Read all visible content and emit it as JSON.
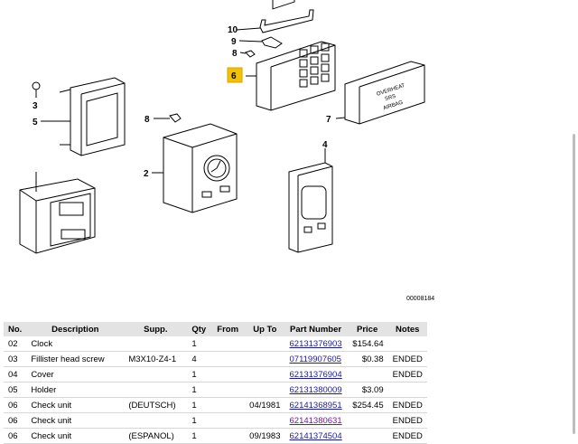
{
  "diagram": {
    "callouts": [
      "10",
      "9",
      "8",
      "6",
      "3",
      "5",
      "8",
      "2",
      "7",
      "4"
    ],
    "part_label": {
      "line1": "OVERHEAT",
      "line2": "SRS",
      "line3": "AIRBAG"
    },
    "drawing_code": "00008184"
  },
  "table": {
    "headers": [
      "No.",
      "Description",
      "Supp.",
      "Qty",
      "From",
      "Up To",
      "Part Number",
      "Price",
      "Notes"
    ],
    "rows": [
      {
        "no": "02",
        "desc": "Clock",
        "supp": "",
        "qty": "1",
        "from": "",
        "upto": "",
        "part": "62131376903",
        "price": "$154.64",
        "notes": "",
        "visited": false
      },
      {
        "no": "03",
        "desc": "Fillister head screw",
        "supp": "M3X10-Z4-1",
        "qty": "4",
        "from": "",
        "upto": "",
        "part": "07119907605",
        "price": "$0.38",
        "notes": "ENDED",
        "visited": false
      },
      {
        "no": "04",
        "desc": "Cover",
        "supp": "",
        "qty": "1",
        "from": "",
        "upto": "",
        "part": "62131376904",
        "price": "",
        "notes": "ENDED",
        "visited": false
      },
      {
        "no": "05",
        "desc": "Holder",
        "supp": "",
        "qty": "1",
        "from": "",
        "upto": "",
        "part": "62131380009",
        "price": "$3.09",
        "notes": "",
        "visited": false
      },
      {
        "no": "06",
        "desc": "Check unit",
        "supp": "(DEUTSCH)",
        "qty": "1",
        "from": "",
        "upto": "04/1981",
        "part": "62141368951",
        "price": "$254.45",
        "notes": "ENDED",
        "visited": false
      },
      {
        "no": "06",
        "desc": "Check unit",
        "supp": "",
        "qty": "1",
        "from": "",
        "upto": "",
        "part": "62141380631",
        "price": "",
        "notes": "ENDED",
        "visited": true
      },
      {
        "no": "06",
        "desc": "Check unit",
        "supp": "(ESPANOL)",
        "qty": "1",
        "from": "",
        "upto": "09/1983",
        "part": "62141374504",
        "price": "",
        "notes": "ENDED",
        "visited": false
      }
    ]
  }
}
